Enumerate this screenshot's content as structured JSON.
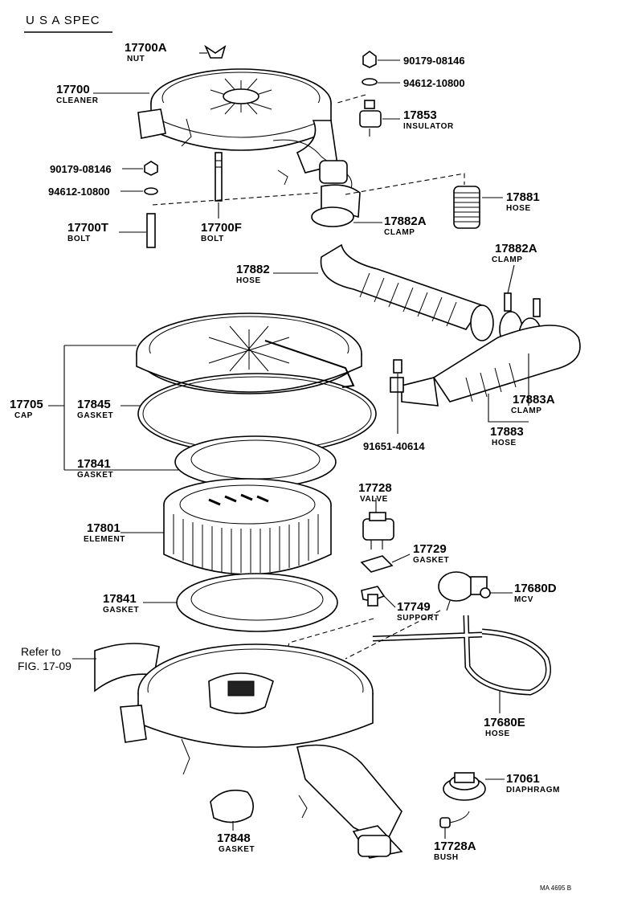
{
  "header": {
    "spec": "U S A   SPEC"
  },
  "labels": {
    "p17700A": {
      "number": "17700A",
      "name": "NUT"
    },
    "p17700": {
      "number": "17700",
      "name": "CLEANER"
    },
    "p90179a": {
      "number": "90179-08146"
    },
    "p94612a": {
      "number": "94612-10800"
    },
    "p17853": {
      "number": "17853",
      "name": "INSULATOR"
    },
    "p90179b": {
      "number": "90179-08146"
    },
    "p94612b": {
      "number": "94612-10800"
    },
    "p17881": {
      "number": "17881",
      "name": "HOSE"
    },
    "p17700T": {
      "number": "17700T",
      "name": "BOLT"
    },
    "p17700F": {
      "number": "17700F",
      "name": "BOLT"
    },
    "p17882A1": {
      "number": "17882A",
      "name": "CLAMP"
    },
    "p17882A2": {
      "number": "17882A",
      "name": "CLAMP"
    },
    "p17882": {
      "number": "17882",
      "name": "HOSE"
    },
    "p17705": {
      "number": "17705",
      "name": "CAP"
    },
    "p17845": {
      "number": "17845",
      "name": "GASKET"
    },
    "p17883A": {
      "number": "17883A",
      "name": "CLAMP"
    },
    "p17883": {
      "number": "17883",
      "name": "HOSE"
    },
    "p91651": {
      "number": "91651-40614"
    },
    "p17841a": {
      "number": "17841",
      "name": "GASKET"
    },
    "p17728": {
      "number": "17728",
      "name": "VALVE"
    },
    "p17801": {
      "number": "17801",
      "name": "ELEMENT"
    },
    "p17729": {
      "number": "17729",
      "name": "GASKET"
    },
    "p17841b": {
      "number": "17841",
      "name": "GASKET"
    },
    "p17680D": {
      "number": "17680D",
      "name": "MCV"
    },
    "p17749": {
      "number": "17749",
      "name": "SUPPORT"
    },
    "refer": {
      "line1": "Refer to",
      "line2": "FIG. 17-09"
    },
    "p17680E": {
      "number": "17680E",
      "name": "HOSE"
    },
    "p17061": {
      "number": "17061",
      "name": "DIAPHRAGM"
    },
    "p17848": {
      "number": "17848",
      "name": "GASKET"
    },
    "p17728A": {
      "number": "17728A",
      "name": "BUSH"
    }
  },
  "footer": {
    "code": "MA 4695 B"
  }
}
